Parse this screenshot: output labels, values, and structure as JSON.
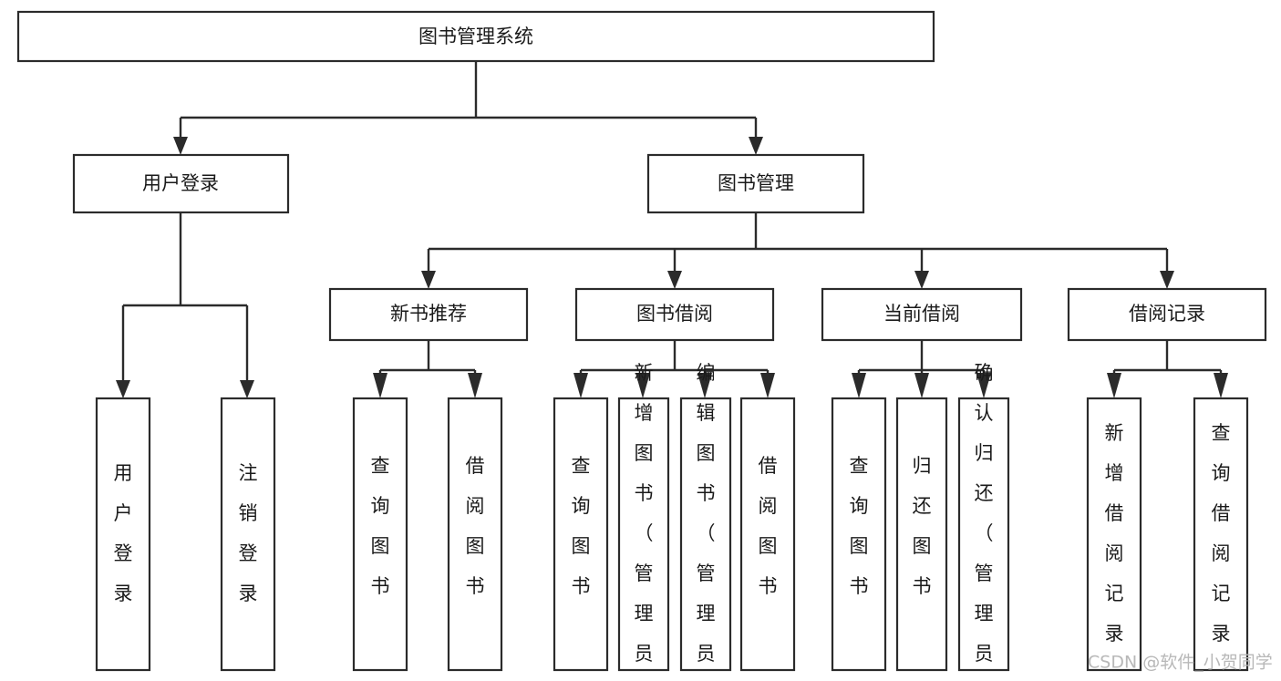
{
  "diagram": {
    "title": "图书管理系统",
    "type": "tree-hierarchy-diagram",
    "colors": {
      "box_stroke": "#2b2b2b",
      "box_fill": "#ffffff",
      "text": "#1a1a1a",
      "watermark": "#b8b8b8",
      "background": "#ffffff"
    },
    "root": {
      "label": "图书管理系统"
    },
    "level2": [
      {
        "label": "用户登录"
      },
      {
        "label": "图书管理"
      }
    ],
    "level3": [
      {
        "label": "新书推荐"
      },
      {
        "label": "图书借阅"
      },
      {
        "label": "当前借阅"
      },
      {
        "label": "借阅记录"
      }
    ],
    "leaves": {
      "user_login": [
        {
          "label": "用户登录"
        },
        {
          "label": "注销登录"
        }
      ],
      "new_book_recommend": [
        {
          "label": "查询图书"
        },
        {
          "label": "借阅图书"
        }
      ],
      "book_borrow": [
        {
          "label": "查询图书"
        },
        {
          "label": "新增图书（管理员）"
        },
        {
          "label": "编辑图书（管理员）"
        },
        {
          "label": "借阅图书"
        }
      ],
      "current_borrow": [
        {
          "label": "查询图书"
        },
        {
          "label": "归还图书"
        },
        {
          "label": "确认归还（管理员）"
        }
      ],
      "borrow_record": [
        {
          "label": "新增借阅记录"
        },
        {
          "label": "查询借阅记录"
        }
      ]
    }
  },
  "watermark": {
    "text": "CSDN @软件_小贺同学"
  }
}
